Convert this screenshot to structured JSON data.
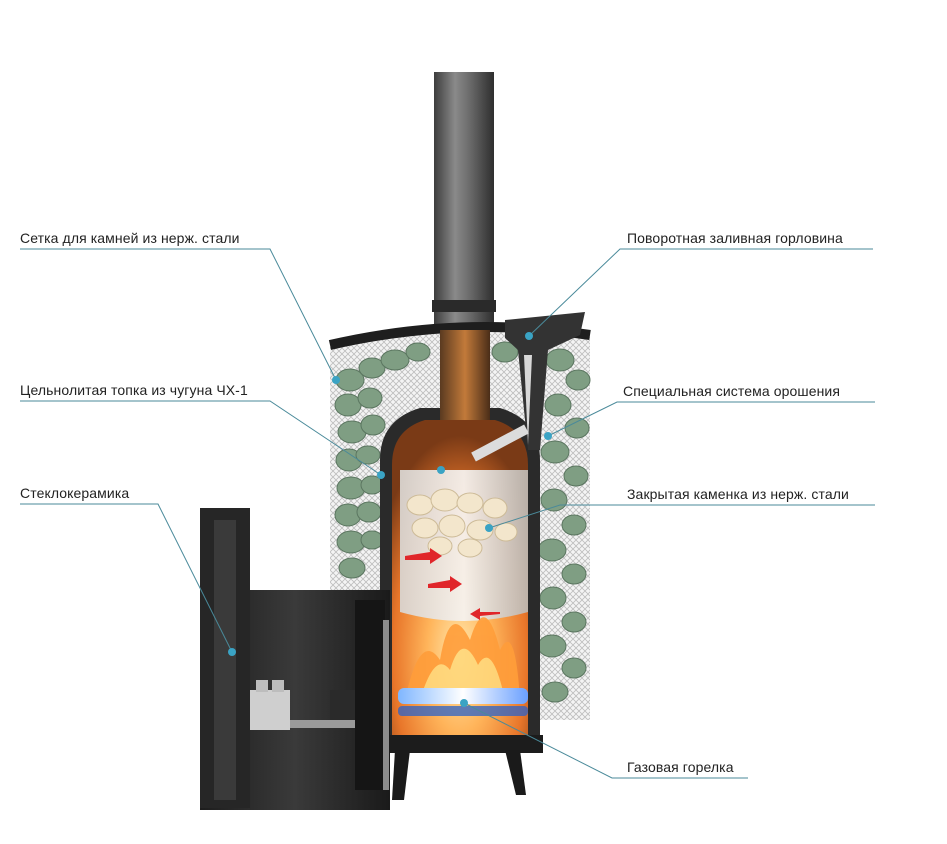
{
  "colors": {
    "accent_line": "#4a8a9a",
    "dot": "#3aa3c4",
    "arrow": "#e0262a",
    "stone": "#7f9e83",
    "metal_dark": "#2b2b2b"
  },
  "callouts": {
    "stone_mesh": "Сетка для камней из нерж. стали",
    "firebox": "Цельнолитая топка из чугуна ЧХ-1",
    "glass_ceramic": "Стеклокерамика",
    "filler_neck": "Поворотная заливная горловина",
    "irrigation": "Специальная система орошения",
    "closed_heater": "Закрытая каменка из нерж. стали",
    "gas_burner": "Газовая горелка"
  }
}
